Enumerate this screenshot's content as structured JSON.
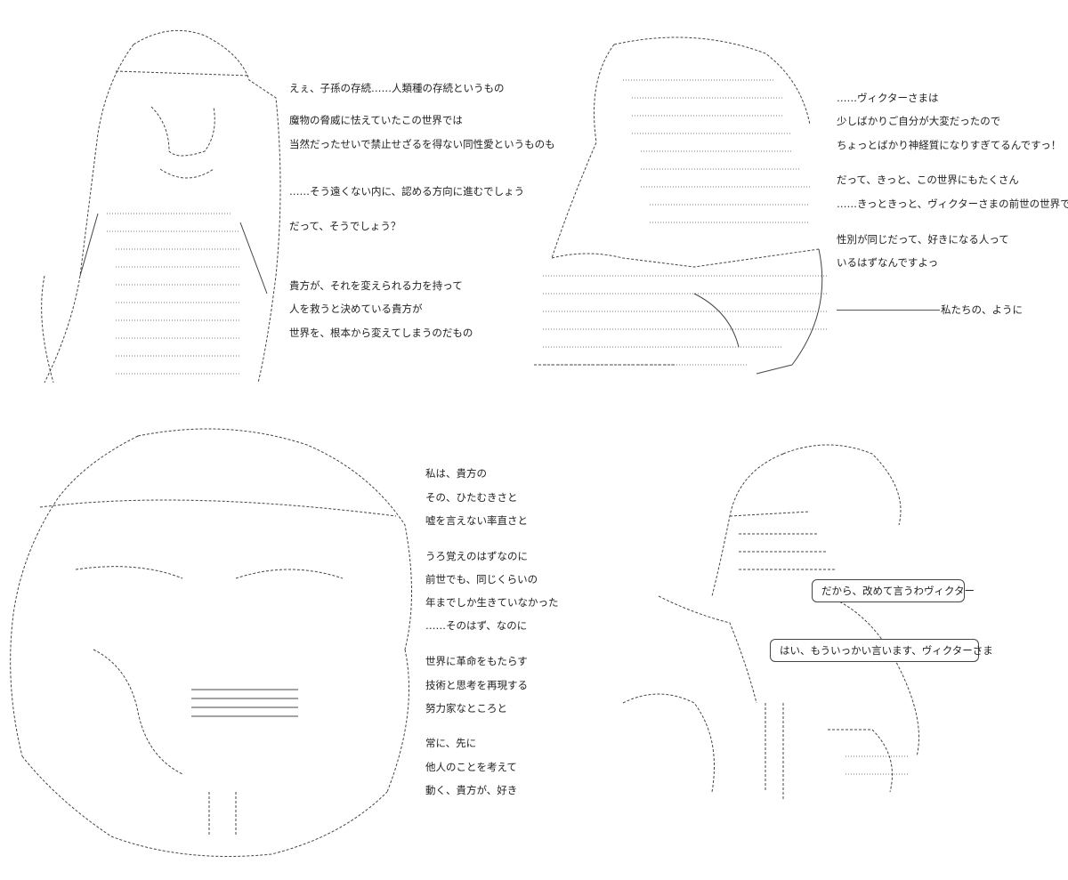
{
  "panels": {
    "p1": {
      "lines": [
        "えぇ、子孫の存続……人類種の存続というもの",
        "魔物の脅威に怯えていたこの世界では",
        "当然だったせいで禁止せざるを得ない同性愛というものも",
        "……そう遠くない内に、認める方向に進むでしょう",
        "だって、そうでしょう？",
        "貴方が、それを変えられる力を持って",
        "人を救うと決めている貴方が",
        "世界を、根本から変えてしまうのだもの"
      ]
    },
    "p2": {
      "lines": [
        "……ヴィクターさまは",
        "少しばかりご自分が大変だったので",
        "ちょっとばかり神経質になりすぎてるんですっ！",
        "だって、きっと、この世界にもたくさん",
        "……きっときっと、ヴィクターさまの前世の世界でも",
        "性別が同じだって、好きになる人って",
        "いるはずなんですよっ",
        "私たちの、ように"
      ]
    },
    "p3": {
      "lines": [
        "私は、貴方の",
        "その、ひたむきさと",
        "嘘を言えない率直さと",
        "うろ覚えのはずなのに",
        "前世でも、同じくらいの",
        "年までしか生きていなかった",
        "……そのはず、なのに",
        "世界に革命をもたらす",
        "技術と思考を再現する",
        "努力家なところと",
        "常に、先に",
        "他人のことを考えて",
        "動く、貴方が、好き"
      ]
    },
    "p4": {
      "bubble1": "だから、改めて言うわヴィクター",
      "bubble2": "はい、もういっかい言います、ヴィクターさま"
    }
  }
}
